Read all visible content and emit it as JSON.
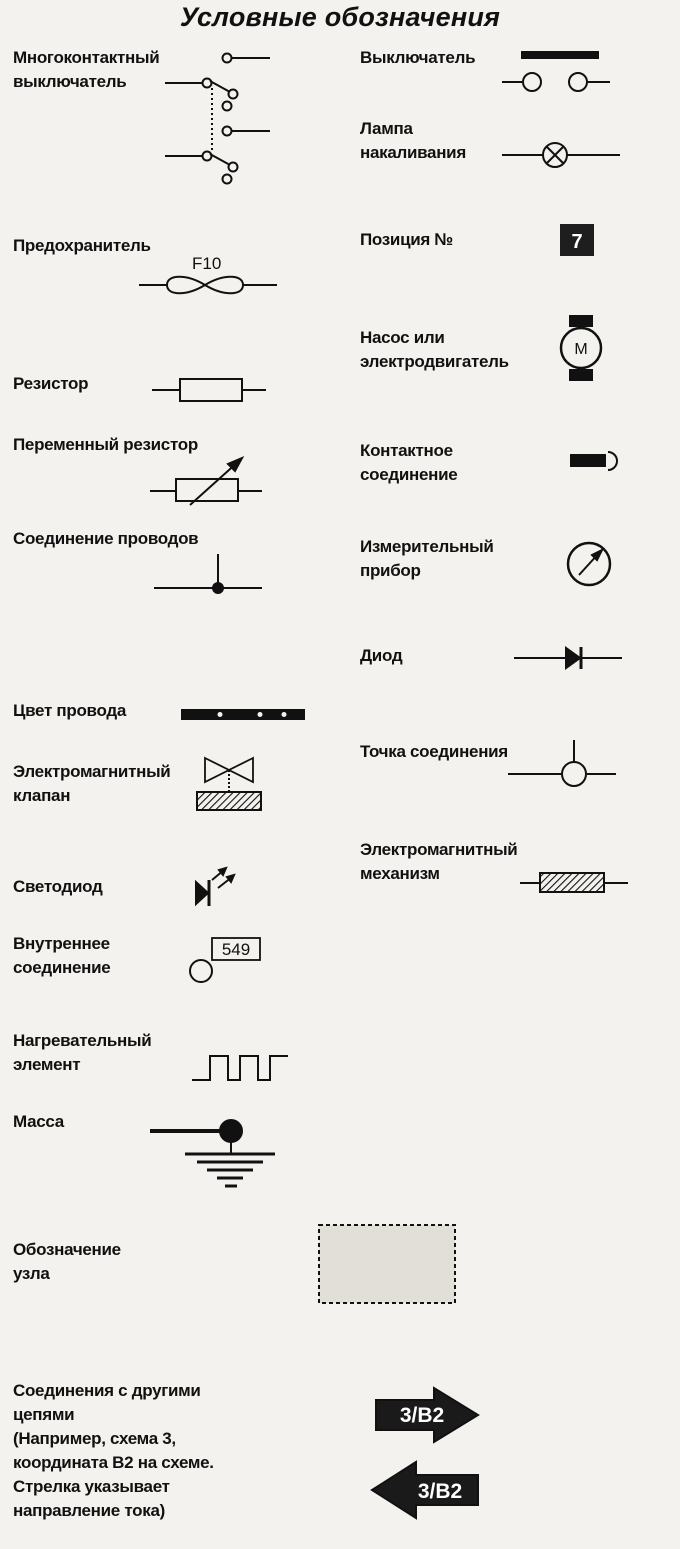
{
  "title": "Условные обозначения",
  "labels": {
    "multicontact_switch": "Многоконтактный\nвыключатель",
    "switch": "Выключатель",
    "lamp": "Лампа\nнакаливания",
    "fuse": "Предохранитель",
    "position_no": "Позиция №",
    "pump": "Насос или\nэлектродвигатель",
    "resistor": "Резистор",
    "var_resistor": "Переменный резистор",
    "contact_connection": "Контактное\nсоединение",
    "wire_junction": "Соединение проводов",
    "meter": "Измерительный\nприбор",
    "diode": "Диод",
    "wire_color": "Цвет провода",
    "connection_point": "Точка соединения",
    "solenoid_valve": "Электромагнитный\nклапан",
    "solenoid_mechanism": "Электромагнитный\nмеханизм",
    "led": "Светодиод",
    "internal_connection": "Внутреннее\nсоединение",
    "heating_element": "Нагревательный\nэлемент",
    "ground": "Масса",
    "unit_designation": "Обозначение\nузла",
    "other_circuits": "Соединения с другими\nцепями\n(Например, схема 3,\nкоордината В2 на схеме.\nСтрелка указывает\nнаправление тока)"
  },
  "symbols": {
    "fuse_text": "F10",
    "position_text": "7",
    "motor_text": "M",
    "internal_text": "549",
    "arrow_right_text": "3/B2",
    "arrow_left_text": "3/B2"
  }
}
